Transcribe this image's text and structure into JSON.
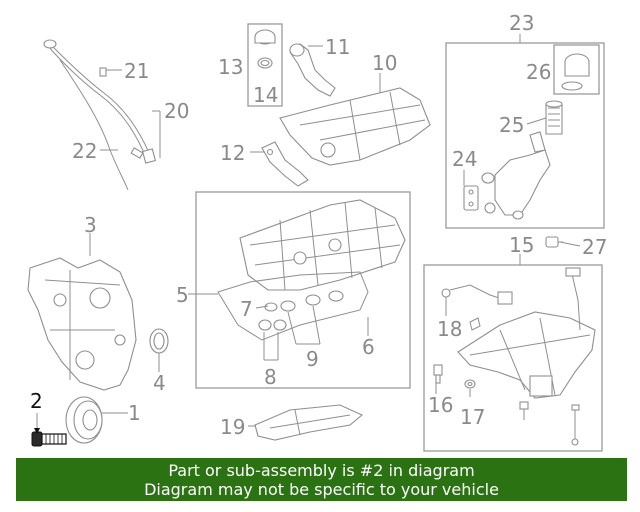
{
  "callouts": {
    "c1": "1",
    "c2": "2",
    "c3": "3",
    "c4": "4",
    "c5": "5",
    "c6": "6",
    "c7": "7",
    "c8": "8",
    "c9": "9",
    "c10": "10",
    "c11": "11",
    "c12": "12",
    "c13": "13",
    "c14": "14",
    "c15": "15",
    "c16": "16",
    "c17": "17",
    "c18": "18",
    "c19": "19",
    "c20": "20",
    "c21": "21",
    "c22": "22",
    "c23": "23",
    "c24": "24",
    "c25": "25",
    "c26": "26",
    "c27": "27"
  },
  "highlighted_part": "2",
  "banner": {
    "line1": "Part or sub-assembly is #2 in diagram",
    "line2": "Diagram may not be specific to your vehicle"
  },
  "colors": {
    "banner_bg": "#2a7212",
    "banner_text": "#ffffff",
    "line_art": "#8f8f8f",
    "highlight": "#111111"
  }
}
